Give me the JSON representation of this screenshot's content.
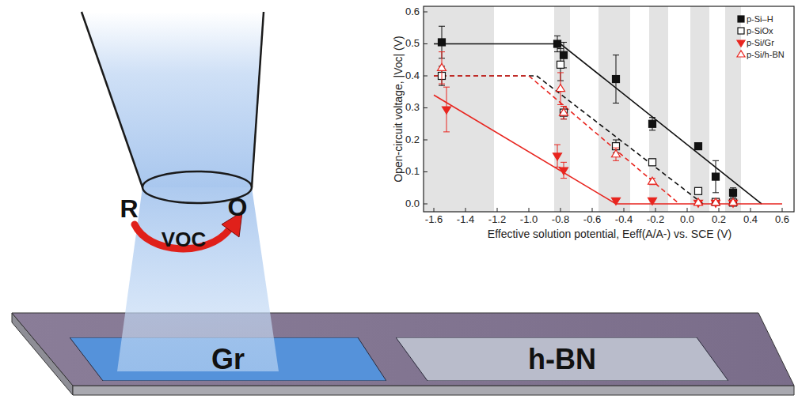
{
  "diagram": {
    "nodes": [
      {
        "text": [
          "Gr"
        ]
      },
      {
        "text": [
          "h-BN"
        ]
      }
    ],
    "labels": [
      "Open-circuit voltage, |Voc| (V)",
      "0.6",
      "0.5",
      "0.4",
      "0.3",
      "0.2",
      "0.1",
      "0.0",
      "-1.6",
      "-1.4",
      "-1.2",
      "-1.0",
      "-0.8",
      "-0.6",
      "-0.4",
      "-0.2",
      "0.0",
      "0.2",
      "0.4",
      "0.6",
      "Effective solution potential, Eeff(A/A-) vs. SCE (V)",
      "R",
      "VOC",
      "O"
    ],
    "legend": [
      {
        "text": "p-Si–H"
      },
      {
        "text": "p-SiOx"
      },
      {
        "text": "p-Si/Gr"
      },
      {
        "text": "p-Si/h-BN"
      }
    ]
  }
}
